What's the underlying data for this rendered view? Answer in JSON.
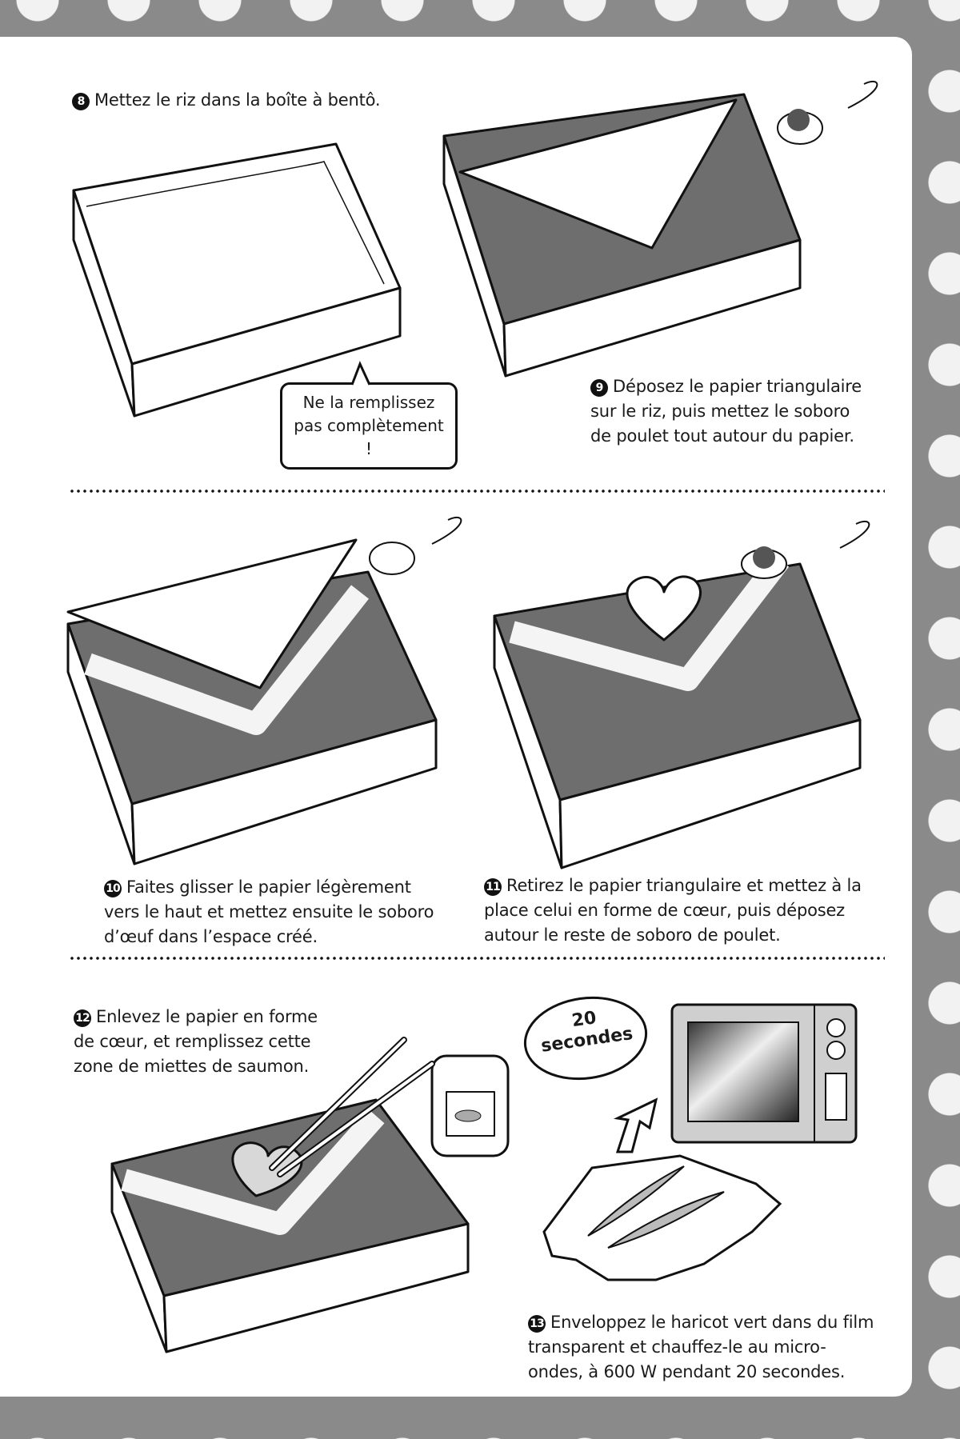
{
  "steps": [
    {
      "number": "8",
      "text": "Mettez le riz dans la boîte à bentô."
    },
    {
      "number": "9",
      "lines": [
        "Déposez le papier triangulaire",
        "sur le riz, puis mettez le soboro",
        "de poulet tout autour du papier."
      ]
    },
    {
      "number": "10",
      "lines": [
        "Faites glisser le papier légèrement",
        "vers le haut et mettez ensuite le soboro",
        "d’œuf dans l’espace créé."
      ]
    },
    {
      "number": "11",
      "lines": [
        "Retirez le papier triangulaire et mettez à la",
        "place celui en forme de cœur, puis déposez",
        "autour le reste de soboro de poulet."
      ]
    },
    {
      "number": "12",
      "lines": [
        "Enlevez le papier en forme",
        "de cœur, et remplissez cette",
        "zone de miettes de saumon."
      ]
    },
    {
      "number": "13",
      "lines": [
        "Enveloppez le haricot vert dans du film",
        "transparent et chauffez-le au micro-",
        "ondes, à 600 W pendant 20 secondes."
      ]
    }
  ],
  "bubbles": {
    "tip": [
      "Ne la remplissez",
      "pas complètement !"
    ],
    "timer": [
      "20",
      "secondes"
    ]
  },
  "colors": {
    "border": "#8a8a8a",
    "soboro": "#6e6e6e",
    "ink": "#111111"
  }
}
